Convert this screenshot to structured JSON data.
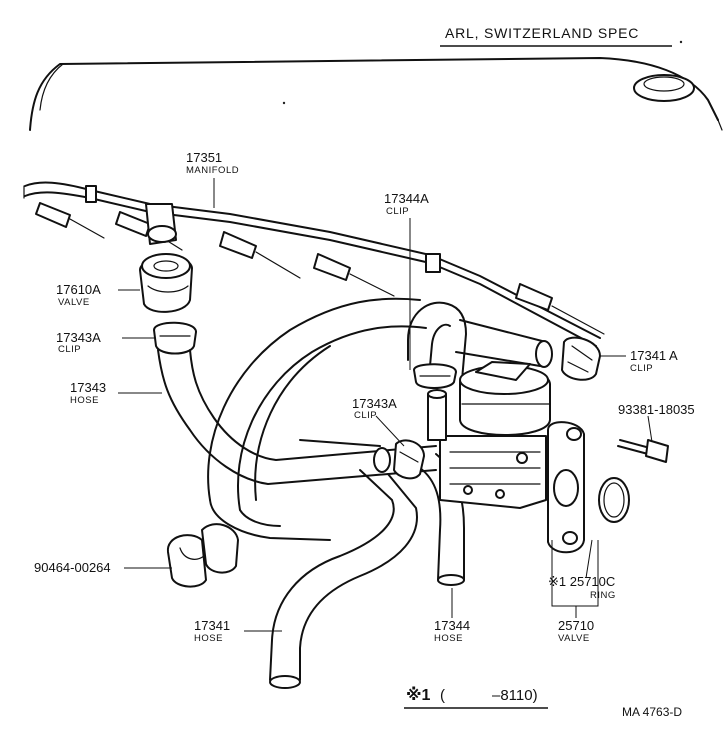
{
  "spec_note": "ARL, SWITZERLAND SPEC",
  "footnote": {
    "marker": "※1",
    "open": "(",
    "range": "–8110)"
  },
  "drawing_code": "MA 4763-D",
  "callouts": [
    {
      "number": "17351",
      "name": "MANIFOLD"
    },
    {
      "number": "17344A",
      "name": "CLIP"
    },
    {
      "number": "17610A",
      "name": "VALVE"
    },
    {
      "number": "17343A",
      "name": "CLIP"
    },
    {
      "number": "17341 A",
      "name": "CLIP"
    },
    {
      "number": "17343",
      "name": "HOSE"
    },
    {
      "number": "17343A",
      "name": "CLIP"
    },
    {
      "number": "93381-18035",
      "name": ""
    },
    {
      "number": "90464-00264",
      "name": ""
    },
    {
      "number": "※1 25710C",
      "name": "RING"
    },
    {
      "number": "17341",
      "name": "HOSE"
    },
    {
      "number": "17344",
      "name": "HOSE"
    },
    {
      "number": "25710",
      "name": "VALVE"
    }
  ]
}
